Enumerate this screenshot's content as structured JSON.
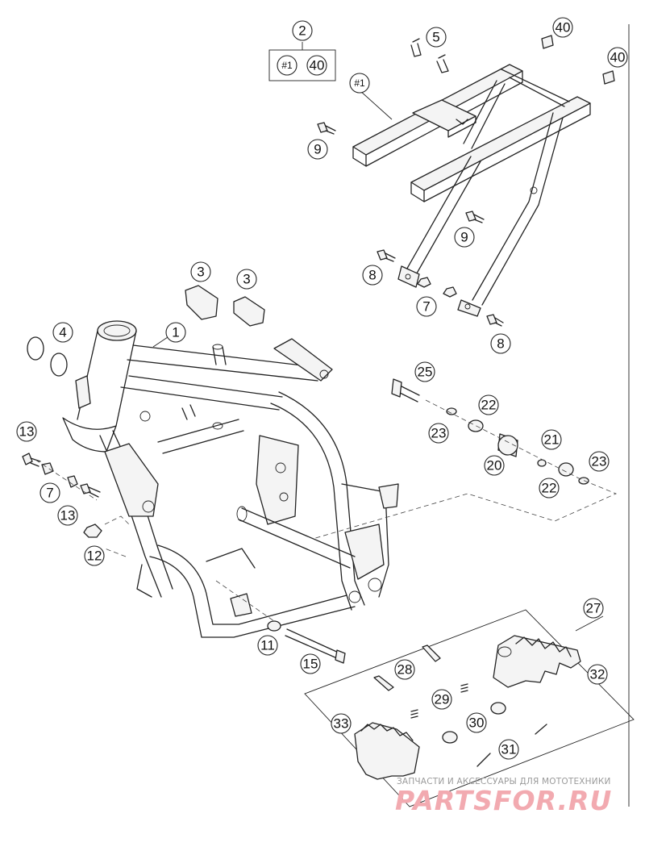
{
  "callouts": {
    "c1": "1",
    "c2": "2",
    "c2_sub1": "#1",
    "c2_sub2": "40",
    "c3a": "3",
    "c3b": "3",
    "c4": "4",
    "c5": "5",
    "c7a": "7",
    "c7b": "7",
    "c8a": "8",
    "c8b": "8",
    "c9a": "9",
    "c9b": "9",
    "c11": "11",
    "c12": "12",
    "c13a": "13",
    "c13b": "13",
    "c15": "15",
    "c20": "20",
    "c21": "21",
    "c22a": "22",
    "c22b": "22",
    "c23a": "23",
    "c23b": "23",
    "c25": "25",
    "c27": "27",
    "c28": "28",
    "c29": "29",
    "c30": "30",
    "c31": "31",
    "c32": "32",
    "c33": "33",
    "c40a": "40",
    "c40b": "40",
    "csub": "#1"
  },
  "watermark": {
    "line": "ЗАПЧАСТИ И АКСЕССУАРЫ ДЛЯ МОТОТЕХНИКИ",
    "logo": "PARTSFOR.RU"
  },
  "colors": {
    "line": "#222222",
    "watermark_text": "#9a9a9a",
    "watermark_logo": "#f2aab0"
  }
}
